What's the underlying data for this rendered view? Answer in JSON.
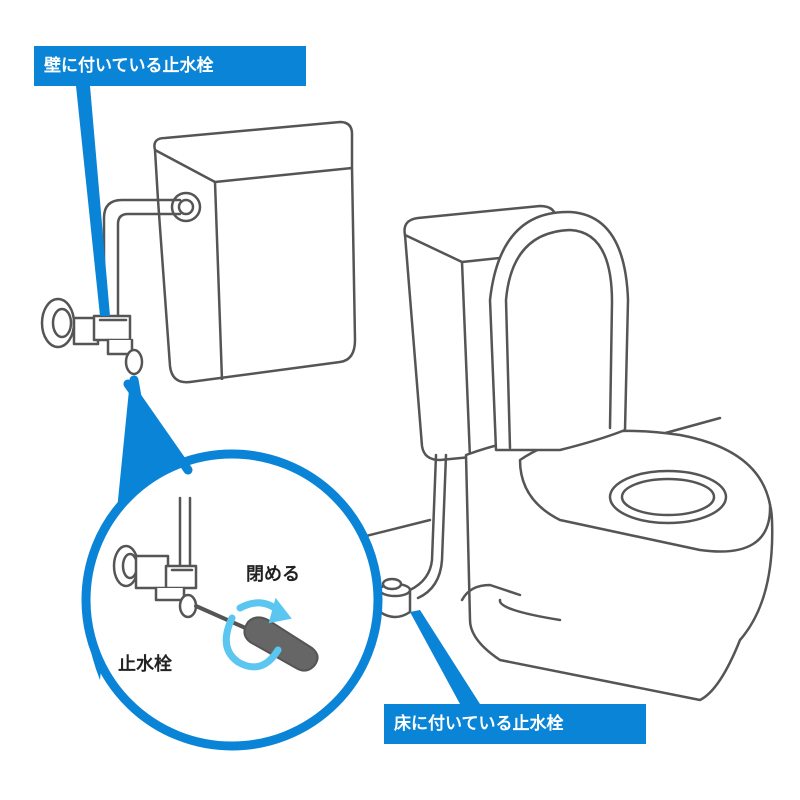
{
  "labels": {
    "wall_valve": "壁に付いている止水栓",
    "floor_valve": "床に付いている止水栓",
    "close_action": "閉める",
    "valve": "止水栓"
  },
  "icons": {
    "action_arrow": "rotate-arrow-icon",
    "tool": "screwdriver-icon"
  },
  "colors": {
    "accent": "#0a84d6",
    "line": "#555555",
    "arrow": "#5bc6f0",
    "tool_handle": "#666666"
  }
}
